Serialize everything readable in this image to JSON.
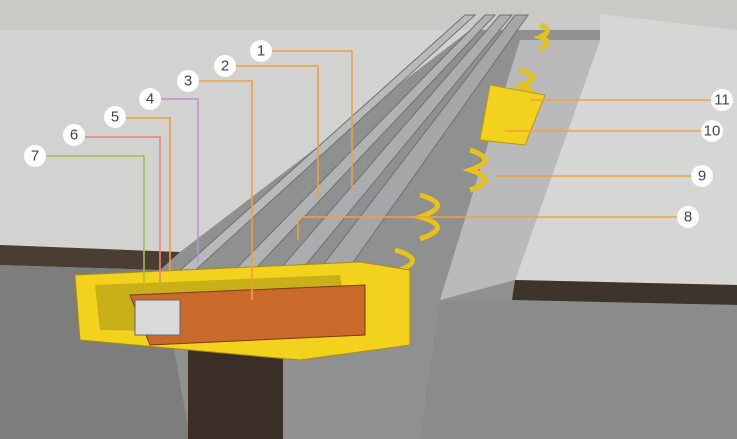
{
  "callouts": [
    "1",
    "2",
    "3",
    "4",
    "5",
    "6",
    "7",
    "8",
    "9",
    "10",
    "11"
  ],
  "colors": {
    "yellow": "#f2d21c",
    "copper": "#c96a2a",
    "rail": "#a9abad",
    "concrete": "#cfd0cf",
    "leader": "#f0a040"
  }
}
